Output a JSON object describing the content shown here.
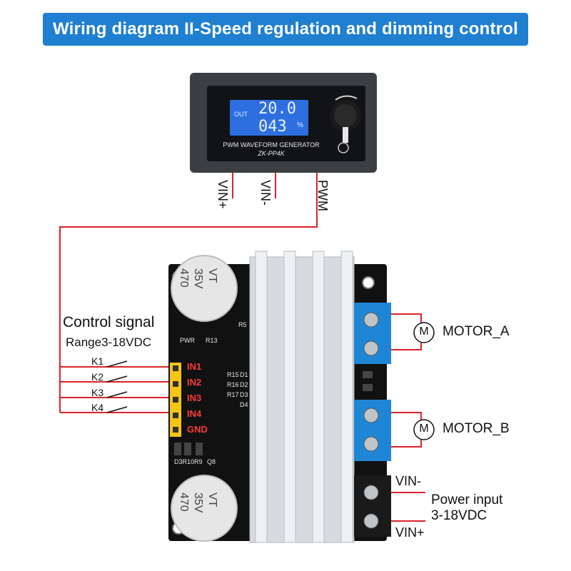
{
  "header": {
    "title": "Wiring diagram II-Speed regulation and dimming control"
  },
  "generator": {
    "lcd_out": "OUT",
    "lcd_value1": "20.0",
    "lcd_value2": "043",
    "lcd_unit": "%",
    "name": "PWM WAVEFORM GENERATOR",
    "model": "ZK-PP4K",
    "pins": {
      "vin_plus": "VIN+",
      "vin_minus": "VIN-",
      "pwm": "PWM"
    }
  },
  "control": {
    "title": "Control signal",
    "range": "Range3-18VDC",
    "switches": [
      "K1",
      "K2",
      "K3",
      "K4"
    ]
  },
  "board": {
    "inputs": [
      "IN1",
      "IN2",
      "IN3",
      "IN4",
      "GND"
    ],
    "cap_top": {
      "line1": "470",
      "line2": "35V",
      "line3": "VT"
    },
    "cap_bottom": {
      "line1": "470",
      "line2": "35V",
      "line3": "VT"
    },
    "silkscreen": {
      "pwr": "PWR",
      "r13": "R13",
      "r5": "R5",
      "r15": "R15",
      "r16": "R16",
      "r17": "R17",
      "d1": "D1",
      "d2": "D2",
      "d3": "D3",
      "d4": "D4",
      "r10": "D3R10R9",
      "q8": "Q8"
    }
  },
  "motors": {
    "symbol": "M",
    "a": "MOTOR_A",
    "b": "MOTOR_B"
  },
  "power": {
    "vin_minus": "VIN-",
    "vin_plus": "VIN+",
    "label1": "Power input",
    "label2": "3-18VDC"
  },
  "colors": {
    "banner": "#1f7fd1",
    "wire": "#d9232a",
    "pcb": "#111111",
    "lcd": "#2e6fe0",
    "terminal_blue": "#1f86d6",
    "terminal_black": "#1a1a1a",
    "header_yellow": "#f5c518"
  }
}
